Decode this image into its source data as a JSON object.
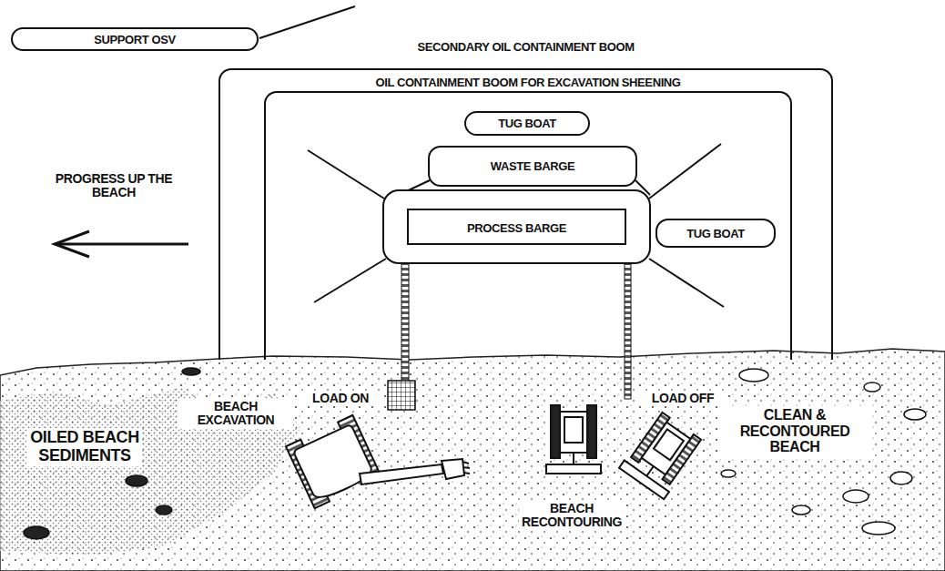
{
  "diagram": {
    "nodes": [
      {
        "text": [
          "SUPPORT OSV"
        ]
      },
      {
        "text": [
          "SECONDARY OIL CONTAINMENT BOOM"
        ]
      },
      {
        "text": [
          "OIL CONTAINMENT BOOM FOR EXCAVATION SHEENING"
        ],
        "in": 1
      },
      {
        "text": [
          "TUG BOAT"
        ],
        "in": 2
      },
      {
        "text": [
          "WASTE BARGE"
        ],
        "in": 2
      },
      {
        "text": [
          "PROCESS BARGE"
        ],
        "in": 2
      },
      {
        "text": [
          "TUG BOAT"
        ],
        "in": 2
      }
    ],
    "labels": [
      "PROGRESS UP THE BEACH",
      "OILED BEACH SEDIMENTS",
      "BEACH EXCAVATION",
      "LOAD ON",
      "LOAD OFF",
      "CLEAN & RECONTOURED BEACH",
      "BEACH RECONTOURING"
    ]
  }
}
